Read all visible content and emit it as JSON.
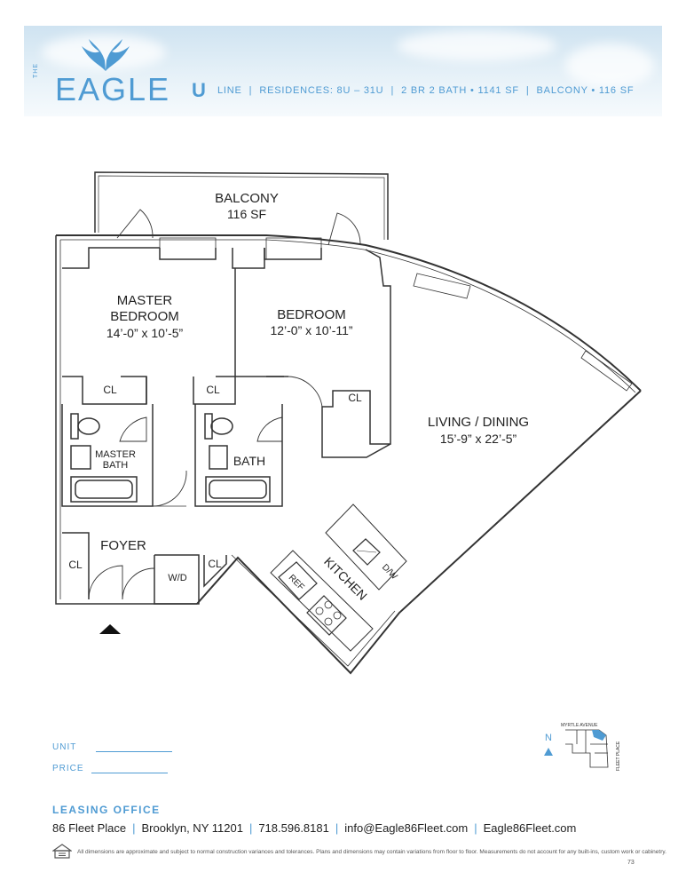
{
  "header": {
    "brand_small": "THE",
    "brand": "EAGLE",
    "line_letter": "U",
    "line_word": "LINE",
    "residences": "RESIDENCES: 8U – 31U",
    "beds_baths": "2 BR  2 BATH",
    "area": "1141 SF",
    "balcony": "BALCONY",
    "balcony_area": "116 SF",
    "accent_color": "#4f9bd3"
  },
  "rooms": {
    "balcony_name": "BALCONY",
    "balcony_area": "116 SF",
    "master_bedroom_1": "MASTER",
    "master_bedroom_2": "BEDROOM",
    "master_bedroom_dims": "14’-0” x 10’-5”",
    "bedroom": "BEDROOM",
    "bedroom_dims": "12’-0” x 10’-11”",
    "living": "LIVING / DINING",
    "living_dims": "15’-9” x 22’-5”",
    "closet": "CL",
    "master_bath_1": "MASTER",
    "master_bath_2": "BATH",
    "bath": "BATH",
    "foyer": "FOYER",
    "washer_dryer": "W/D",
    "kitchen": "KITCHEN",
    "refrigerator": "REF",
    "dishwasher": "D/W"
  },
  "form": {
    "unit_label": "UNIT",
    "price_label": "PRICE"
  },
  "keyplan": {
    "north": "N",
    "street_top": "MYRTLE AVENUE",
    "street_side": "FLEET PLACE"
  },
  "footer": {
    "leasing_title": "LEASING OFFICE",
    "address": "86 Fleet Place",
    "city": "Brooklyn, NY 11201",
    "phone": "718.596.8181",
    "email": "info@Eagle86Fleet.com",
    "website": "Eagle86Fleet.com",
    "disclaimer": "All dimensions are approximate and subject to normal construction variances and tolerances. Plans and dimensions may contain variations from floor to floor. Measurements do not account for any built-ins, custom work or cabinetry.",
    "page_number": "73"
  }
}
